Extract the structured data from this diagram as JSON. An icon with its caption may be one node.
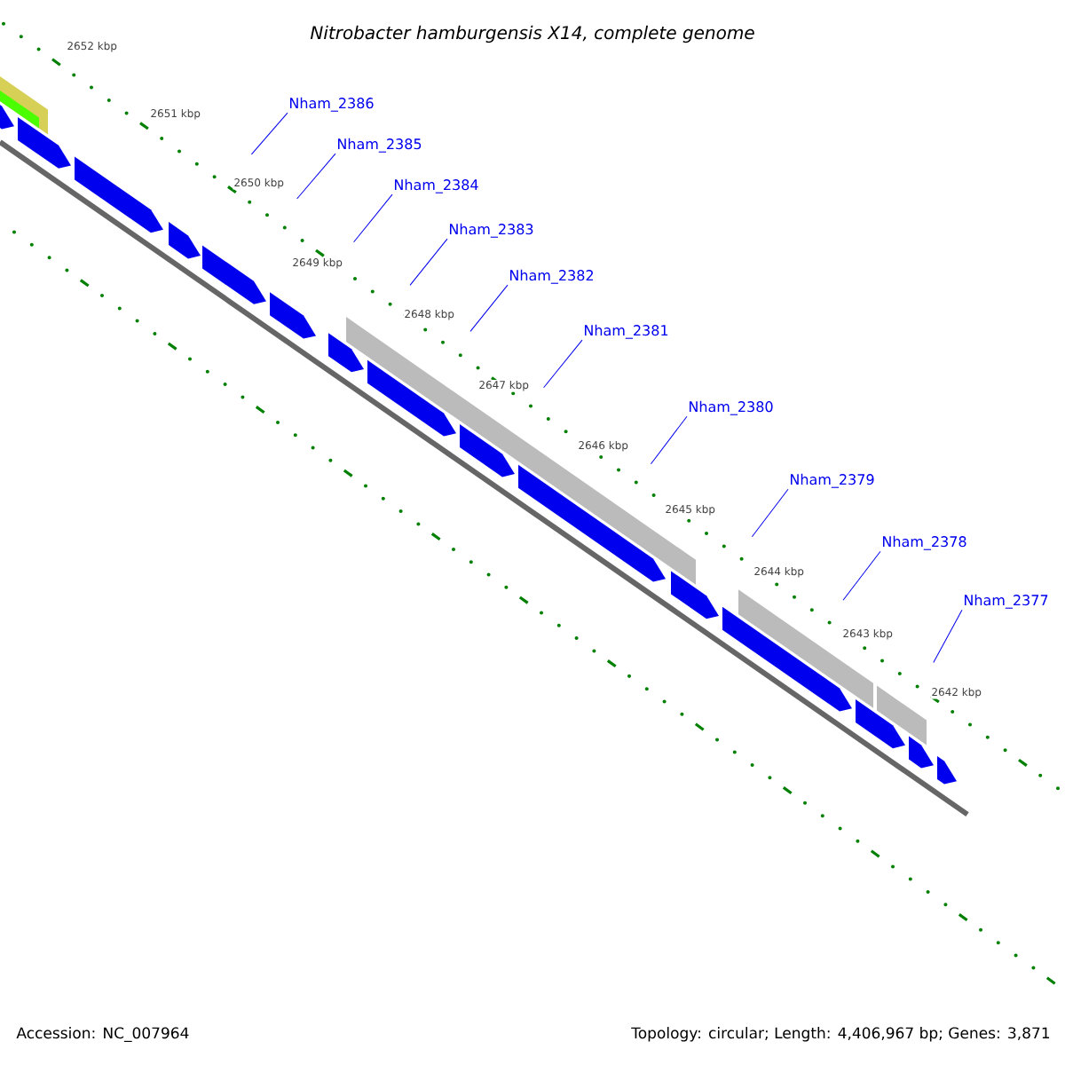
{
  "diagram": {
    "title": "Nitrobacter hamburgensis X14, complete genome",
    "nodes": [
      {
        "text": [
          "Nham_2386"
        ]
      },
      {
        "text": [
          "Nham_2385"
        ]
      },
      {
        "text": [
          "Nham_2384"
        ]
      },
      {
        "text": [
          "Nham_2383"
        ]
      },
      {
        "text": [
          "Nham_2382"
        ]
      },
      {
        "text": [
          "Nham_2381"
        ]
      },
      {
        "text": [
          "Nham_2380"
        ]
      },
      {
        "text": [
          "Nham_2379"
        ]
      },
      {
        "text": [
          "Nham_2378"
        ]
      },
      {
        "text": [
          "Nham_2377"
        ]
      }
    ],
    "edges": [
      {
        "from": 0,
        "to": null,
        "arrow": "none"
      },
      {
        "from": 1,
        "to": null,
        "arrow": "none"
      },
      {
        "from": 2,
        "to": null,
        "arrow": "none"
      },
      {
        "from": 3,
        "to": null,
        "arrow": "none"
      },
      {
        "from": 4,
        "to": null,
        "arrow": "none"
      },
      {
        "from": 5,
        "to": null,
        "arrow": "none"
      },
      {
        "from": 6,
        "to": null,
        "arrow": "none"
      },
      {
        "from": 7,
        "to": null,
        "arrow": "none"
      },
      {
        "from": 8,
        "to": null,
        "arrow": "none"
      },
      {
        "from": 9,
        "to": null,
        "arrow": "none"
      }
    ],
    "labels": [
      "2652 kbp",
      "2651 kbp",
      "2650 kbp",
      "2649 kbp",
      "2648 kbp",
      "2647 kbp",
      "2646 kbp",
      "2645 kbp",
      "2644 kbp",
      "2643 kbp",
      "2642 kbp",
      "Accession: NC_007964",
      "Topology: circular; Length: 4,406,967 bp; Genes: 3,871"
    ]
  }
}
